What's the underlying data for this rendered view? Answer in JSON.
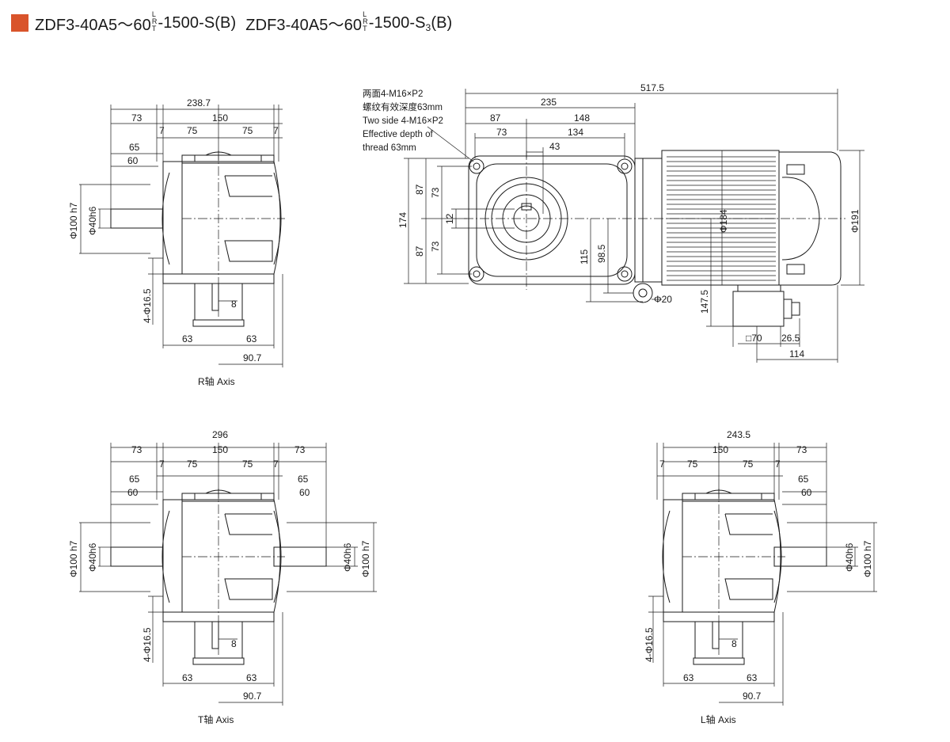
{
  "header": {
    "accent_color": "#d9542b",
    "title_1": {
      "prefix": "ZDF3-40A5～60",
      "stack": [
        "L",
        "R",
        "T"
      ],
      "suffix": "-1500-S(B)"
    },
    "title_2": {
      "prefix": "ZDF3-40A5～60",
      "stack": [
        "L",
        "R",
        "T"
      ],
      "suffix_a": "-1500-S",
      "subscript": "3",
      "suffix_b": "(B)"
    }
  },
  "views": {
    "r_axis": {
      "caption": "R轴 Axis",
      "dims": {
        "overall": "238.7",
        "a73": "73",
        "a150": "150",
        "a7l": "7",
        "a75l": "75",
        "a75r": "75",
        "a7r": "7",
        "a65": "65",
        "a60": "60",
        "phi100": "Φ100 h7",
        "phi40": "Φ40h6",
        "holes": "4-Φ16.5",
        "key8": "8",
        "b63l": "63",
        "b63r": "63",
        "b907": "90.7"
      }
    },
    "front": {
      "note_lines": [
        "两面4-M16×P2",
        "螺纹有效深度63mm",
        "Two side 4-M16×P2",
        "Effective depth of",
        "thread 63mm"
      ],
      "dims": {
        "overall": "517.5",
        "d235": "235",
        "d87": "87",
        "d148": "148",
        "d73": "73",
        "d134": "134",
        "d43": "43",
        "v174": "174",
        "v87a": "87",
        "v87b": "87",
        "v73a": "73",
        "v73b": "73",
        "v12": "12",
        "v115": "115",
        "v985": "98.5",
        "phi20": "Φ20",
        "phi184": "Φ184",
        "phi191": "Φ191",
        "v1475": "147.5",
        "sq70": "□70",
        "d265": "26.5",
        "d114": "114"
      }
    },
    "t_axis": {
      "caption": "T轴 Axis",
      "dims": {
        "overall": "296",
        "a73l": "73",
        "a150": "150",
        "a73r": "73",
        "a7l": "7",
        "a75l": "75",
        "a75r": "75",
        "a7r": "7",
        "a65l": "65",
        "a60l": "60",
        "a65r": "65",
        "a60r": "60",
        "phi100l": "Φ100 h7",
        "phi40l": "Φ40h6",
        "phi40r": "Φ40h6",
        "phi100r": "Φ100 h7",
        "holes": "4-Φ16.5",
        "key8": "8",
        "b63l": "63",
        "b63r": "63",
        "b907": "90.7"
      }
    },
    "l_axis": {
      "caption": "L轴 Axis",
      "dims": {
        "overall": "243.5",
        "a150": "150",
        "a73": "73",
        "a7l": "7",
        "a75l": "75",
        "a75r": "75",
        "a7r": "7",
        "a65": "65",
        "a60": "60",
        "phi40": "Φ40h6",
        "phi100": "Φ100 h7",
        "holes": "4-Φ16.5",
        "key8": "8",
        "b63l": "63",
        "b63r": "63",
        "b907": "90.7"
      }
    }
  }
}
